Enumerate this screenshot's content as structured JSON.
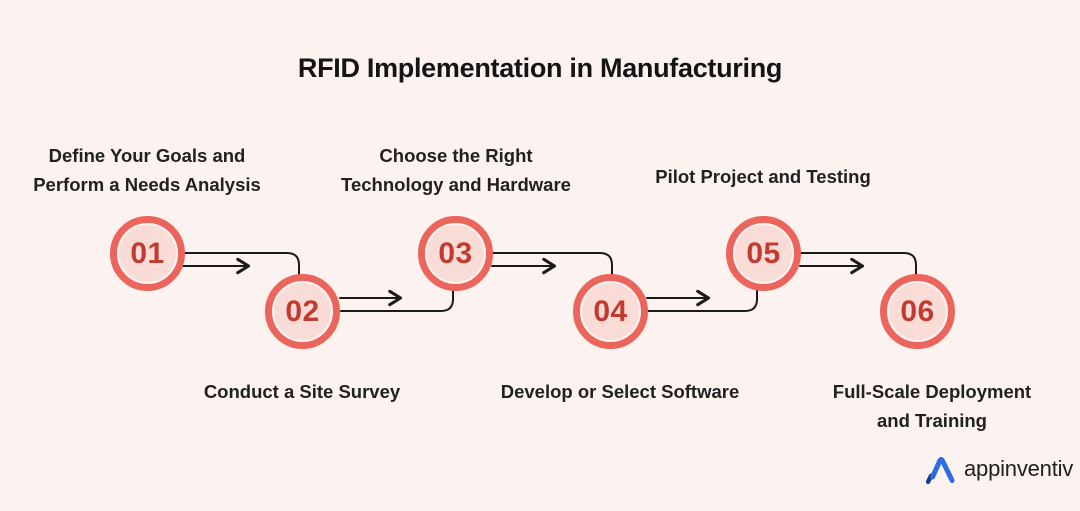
{
  "title": "RFID Implementation in Manufacturing",
  "steps": [
    {
      "number": "01",
      "line1": "Define Your Goals and",
      "line2": "Perform a Needs Analysis",
      "label_position": "top"
    },
    {
      "number": "02",
      "line1": "Conduct a Site Survey",
      "line2": "",
      "label_position": "bottom"
    },
    {
      "number": "03",
      "line1": "Choose the Right",
      "line2": "Technology and Hardware",
      "label_position": "top"
    },
    {
      "number": "04",
      "line1": "Develop or Select Software",
      "line2": "",
      "label_position": "bottom"
    },
    {
      "number": "05",
      "line1": "Pilot Project and Testing",
      "line2": "",
      "label_position": "top"
    },
    {
      "number": "06",
      "line1": "Full-Scale Deployment",
      "line2": "and Training",
      "label_position": "bottom"
    }
  ],
  "logo": {
    "brand": "appinventiv",
    "mark": "appinventiv-a-icon"
  },
  "colors": {
    "background": "#FCF2EF",
    "circle_ring": "#EC655C",
    "circle_fill": "#FADCD7",
    "number": "#C23B31",
    "connector_line": "#1A1A1A",
    "text": "#212121",
    "logo_blue": "#2D6BE3",
    "logo_navy": "#173B8C"
  }
}
